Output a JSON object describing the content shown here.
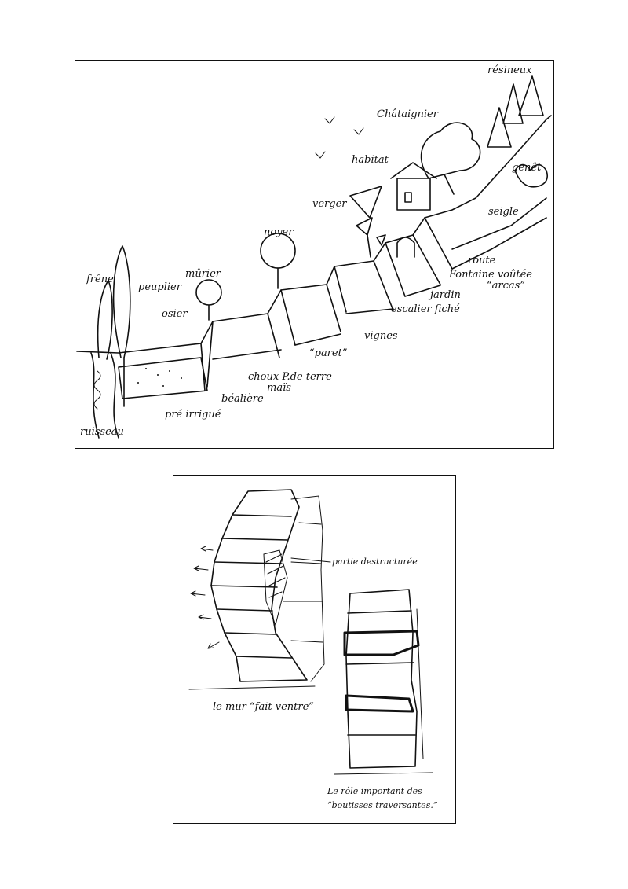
{
  "top_diagram": {
    "labels": {
      "resineux": "résineux",
      "chataignier": "Châtaignier",
      "habitat": "habitat",
      "genet": "genêt",
      "verger": "verger",
      "seigle": "seigle",
      "noyer": "noyer",
      "route": "route",
      "fontaine": "Fontaine voûtée",
      "arcas": "“arcas”",
      "frene": "frêne",
      "peuplier": "peuplier",
      "murier": "mûrier",
      "jardin": "jardin",
      "osier": "osier",
      "escalier": "escalier fiché",
      "vignes": "vignes",
      "paret": "“paret”",
      "choux": "choux-P.de terre",
      "mais": "maïs",
      "bealiere": "béalière",
      "pre": "pré irrigué",
      "ruisseau": "ruisseau"
    }
  },
  "bottom_diagram": {
    "labels": {
      "partie": "partie destructurée",
      "ventre": "le mur “fait ventre”",
      "role_line1": "Le rôle important des",
      "role_line2": "“boutisses traversantes.”"
    }
  }
}
